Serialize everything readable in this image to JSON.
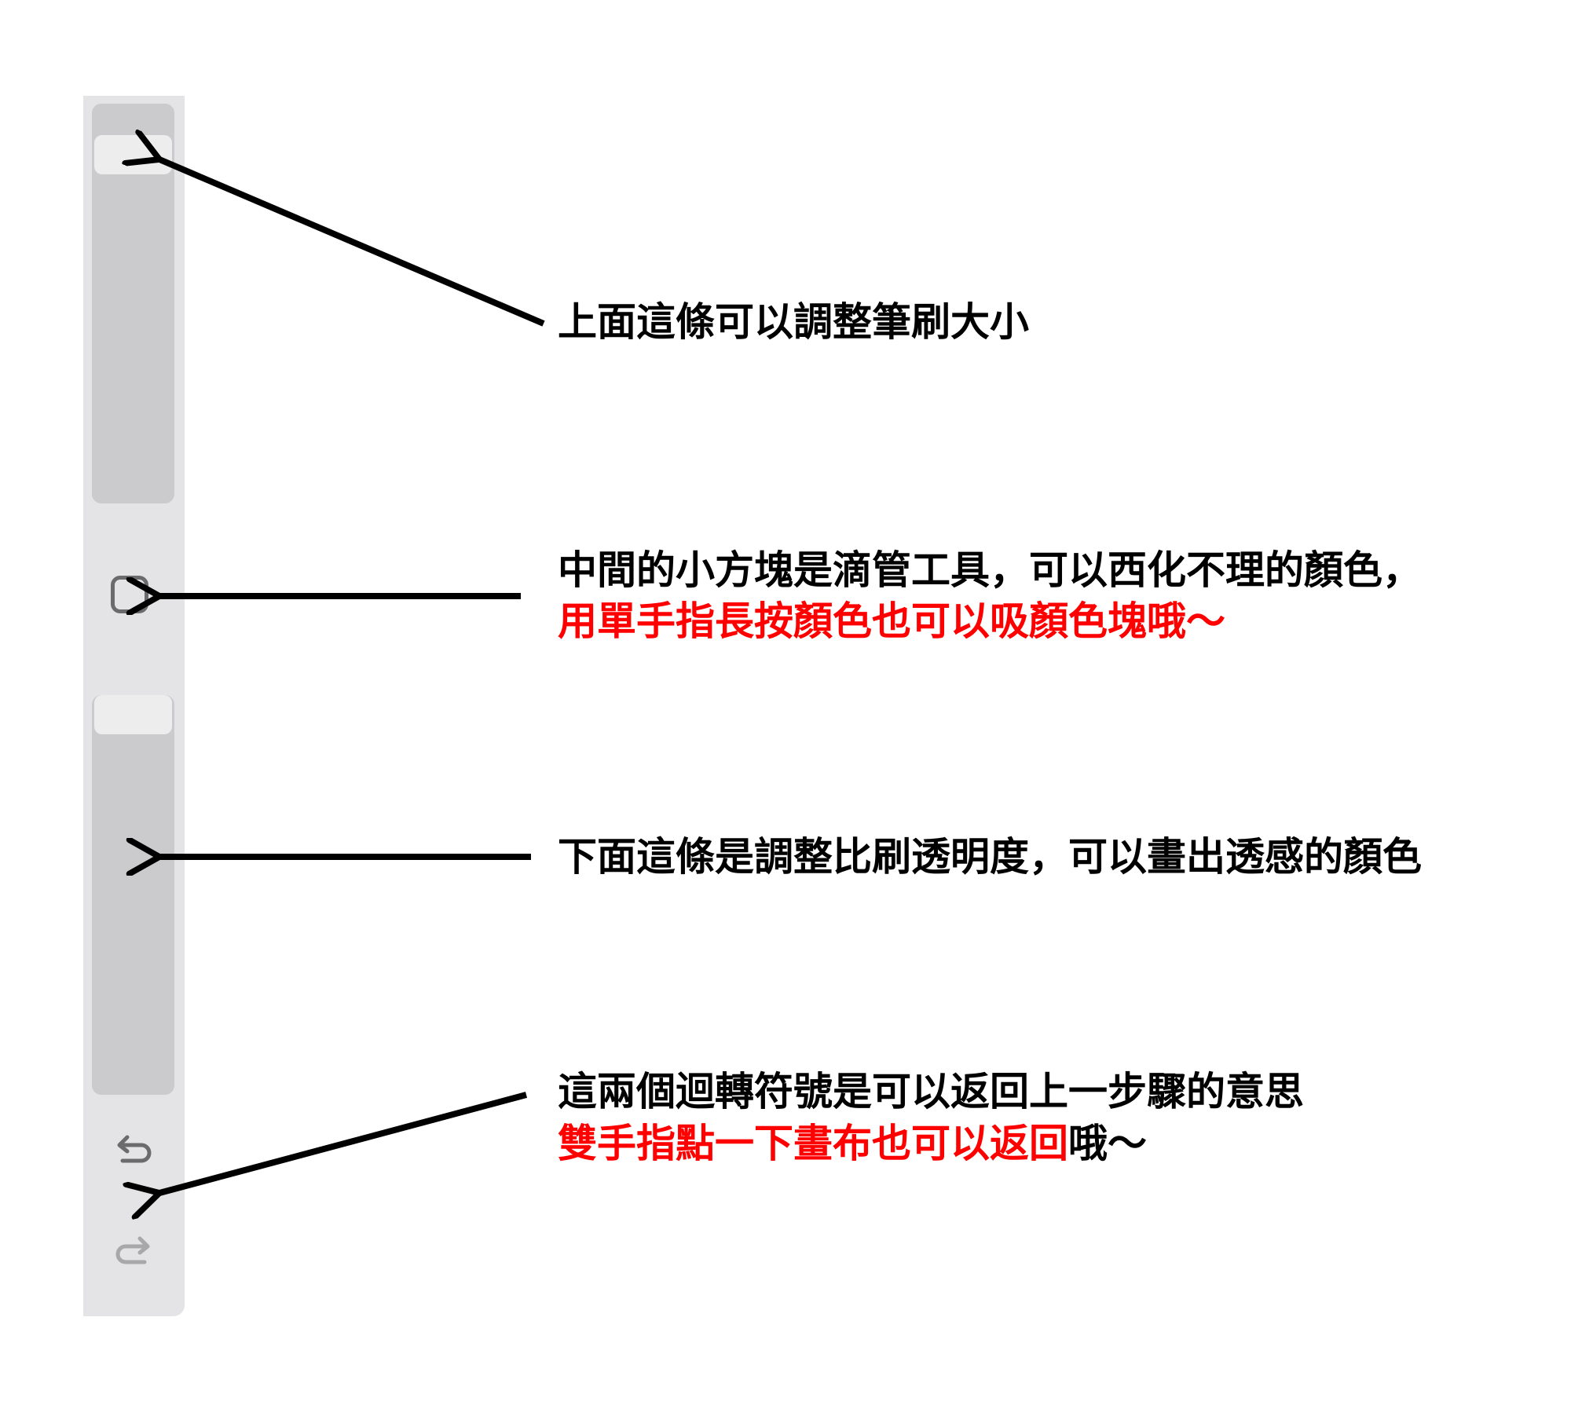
{
  "toolbar": {
    "icons": [
      "brush-size-slider",
      "eyedropper-square",
      "opacity-slider",
      "undo-icon",
      "redo-icon"
    ]
  },
  "annotations": {
    "size_slider": "上面這條可以調整筆刷大小",
    "eyedropper_line1": "中間的小方塊是滴管工具，可以西化不理的顏色，",
    "eyedropper_line2": "用單手指長按顏色也可以吸顏色塊哦～",
    "opacity_slider": "下面這條是調整比刷透明度，可以畫出透感的顏色",
    "undo_line1": "這兩個迴轉符號是可以返回上一步驟的意思",
    "undo_line2_red": "雙手指點一下畫布也可以返回",
    "undo_line2_black": "哦～"
  },
  "colors": {
    "highlight": "#ff0000",
    "text": "#000000",
    "panel": "#e4e4e6"
  }
}
